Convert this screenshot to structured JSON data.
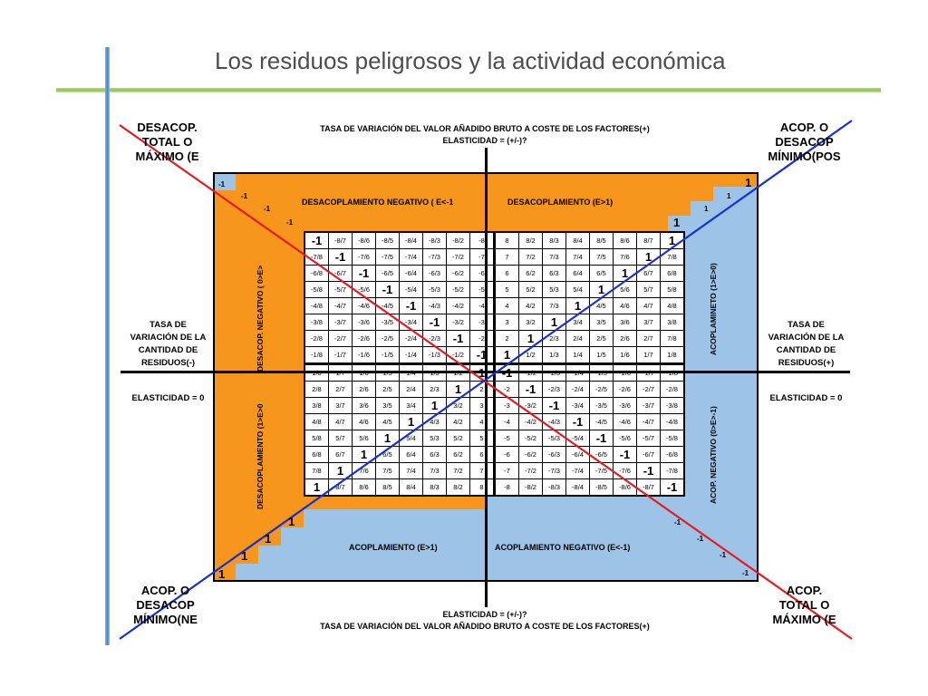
{
  "title": "Los residuos peligrosos y la actividad económica",
  "top_labels": {
    "line1": "TASA DE VARIACIÓN DEL VALOR AÑADIDO BRUTO A COSTE DE LOS FACTORES(+)",
    "line2": "ELASTICIDAD = (+/-)?"
  },
  "bottom_labels": {
    "line1": "ELASTICIDAD = (+/-)?",
    "line2": "TASA DE VARIACIÓN DEL VALOR AÑADIDO BRUTO A COSTE DE LOS FACTORES(+)"
  },
  "corners": {
    "top_left": [
      "DESACOP.",
      "TOTAL O",
      "MÁXIMO (E"
    ],
    "top_right": [
      "ACOP. O",
      "DESACOP",
      "MÍNIMO(POS"
    ],
    "bottom_left": [
      "ACOP. O",
      "DESACOP",
      "MÍNIMO(NE"
    ],
    "bottom_right": [
      "ACOP.",
      "TOTAL O",
      "MÁXIMO (E"
    ]
  },
  "left_side": [
    "TASA DE",
    "VARIACIÓN DE LA",
    "CANTIDAD DE",
    "RESIDUOS(-)"
  ],
  "right_side": [
    "TASA DE",
    "VARIACIÓN DE LA",
    "CANTIDAD DE",
    "RESIDUOS(+)"
  ],
  "elasticity_left": "ELASTICIDAD = 0",
  "elasticity_right": "ELASTICIDAD = 0",
  "quadrant_labels": {
    "top_left": "DESACOPLAMIENTO NEGATIVO ( E<-1",
    "top_right": "DESACOPLAMIENTO (E>1)",
    "bottom_left": "ACOPLAMIENTO  (E>1)",
    "bottom_right": "ACOPLAMIENTO NEGATIVO (E<-1)",
    "left_upper_vertical": "DESACOP. NEGATIVO ( 0>E>",
    "left_lower_vertical": "DESACOPLAMIENTO (1>E>0",
    "right_upper_vertical": "ACOPLAMINETO  (1>E>0)",
    "right_lower_vertical": "ACOP. NEGATIVO (0>E>-1)"
  },
  "stairs": {
    "top_left": [
      "-1",
      "-1",
      "-1",
      "-1"
    ],
    "top_right": [
      "1",
      "1",
      "1",
      "1"
    ],
    "bottom_left": [
      "1",
      "1",
      "1",
      "1"
    ],
    "bottom_right": [
      "-1",
      "-1",
      "-1",
      "-1"
    ]
  },
  "grid": [
    [
      "-1",
      "-8/7",
      "-8/6",
      "-8/5",
      "-8/4",
      "-8/3",
      "-8/2",
      "-8",
      "8",
      "8/2",
      "8/3",
      "8/4",
      "8/5",
      "8/6",
      "8/7",
      "1"
    ],
    [
      "-7/8",
      "-1",
      "-7/6",
      "-7/5",
      "-7/4",
      "-7/3",
      "-7/2",
      "-7",
      "7",
      "7/2",
      "7/3",
      "7/4",
      "7/5",
      "7/6",
      "1",
      "7/8"
    ],
    [
      "-6/8",
      "-6/7",
      "-1",
      "-6/5",
      "-6/4",
      "-6/3",
      "-6/2",
      "-6",
      "6",
      "6/2",
      "6/3",
      "6/4",
      "6/5",
      "1",
      "6/7",
      "6/8"
    ],
    [
      "-5/8",
      "-5/7",
      "-5/6",
      "-1",
      "-5/4",
      "-5/3",
      "-5/2",
      "-5",
      "5",
      "5/2",
      "5/3",
      "5/4",
      "1",
      "5/6",
      "5/7",
      "5/8"
    ],
    [
      "-4/8",
      "-4/7",
      "-4/6",
      "-4/5",
      "-1",
      "-4/3",
      "-4/2",
      "-4",
      "4",
      "4/2",
      "7/3",
      "1",
      "4/5",
      "4/6",
      "4/7",
      "4/8"
    ],
    [
      "-3/8",
      "-3/7",
      "-3/6",
      "-3/5",
      "-3/4",
      "-1",
      "-3/2",
      "-3",
      "3",
      "3/2",
      "1",
      "3/4",
      "3/5",
      "3/6",
      "3/7",
      "3/8"
    ],
    [
      "-2/8",
      "-2/7",
      "-2/6",
      "-2/5",
      "-2/4",
      "-2/3",
      "-1",
      "-2",
      "2",
      "1",
      "2/3",
      "2/4",
      "2/5",
      "2/6",
      "2/7",
      "7/8"
    ],
    [
      "-1/8",
      "-1/7",
      "-1/6",
      "-1/5",
      "-1/4",
      "-1/3",
      "-1/2",
      "-1",
      "1",
      "1/2",
      "1/3",
      "1/4",
      "1/5",
      "1/6",
      "1/7",
      "1/8"
    ],
    [
      "1/8",
      "1/7",
      "1/6",
      "1/5",
      "1/4",
      "1/3",
      "1/2",
      "1",
      "-1",
      "-1/2",
      "-1/3",
      "-1/4",
      "-1/5",
      "-1/6",
      "-1/7",
      "-1/8"
    ],
    [
      "2/8",
      "2/7",
      "2/6",
      "2/5",
      "2/4",
      "2/3",
      "1",
      "2",
      "-2",
      "-1",
      "-2/3",
      "-2/4",
      "-2/5",
      "-2/6",
      "-2/7",
      "-2/8"
    ],
    [
      "3/8",
      "3/7",
      "3/6",
      "3/5",
      "3/4",
      "1",
      "3/2",
      "3",
      "-3",
      "-3/2",
      "-1",
      "-3/4",
      "-3/5",
      "-3/6",
      "-3/7",
      "-3/8"
    ],
    [
      "4/8",
      "4/7",
      "4/6",
      "4/5",
      "1",
      "4/3",
      "4/2",
      "4",
      "-4",
      "-4/2",
      "-4/3",
      "-1",
      "-4/5",
      "-4/6",
      "-4/7",
      "-4/8"
    ],
    [
      "5/8",
      "5/7",
      "5/6",
      "1",
      "5/4",
      "5/3",
      "5/2",
      "5",
      "-5",
      "-5/2",
      "-5/3",
      "-5/4",
      "-1",
      "-5/6",
      "-5/7",
      "-5/8"
    ],
    [
      "6/8",
      "6/7",
      "1",
      "6/5",
      "6/4",
      "6/3",
      "6/2",
      "6",
      "-6",
      "-6/2",
      "-6/3",
      "-6/4",
      "-6/5",
      "-1",
      "-6/7",
      "-6/8"
    ],
    [
      "7/8",
      "1",
      "7/6",
      "7/5",
      "7/4",
      "7/3",
      "7/2",
      "7",
      "-7",
      "-7/2",
      "-7/3",
      "-7/4",
      "-7/5",
      "-7/6",
      "-1",
      "-7/8"
    ],
    [
      "1",
      "8/7",
      "8/6",
      "8/5",
      "8/4",
      "8/3",
      "8/2",
      "8",
      "-8",
      "-8/2",
      "-8/3",
      "-8/4",
      "-8/5",
      "-8/6",
      "-8/7",
      "-1"
    ]
  ],
  "colors": {
    "orange": "#f7961d",
    "light_blue": "#9dc3e6",
    "diagonal_red": "#e8191f",
    "diagonal_blue": "#1530d8"
  }
}
